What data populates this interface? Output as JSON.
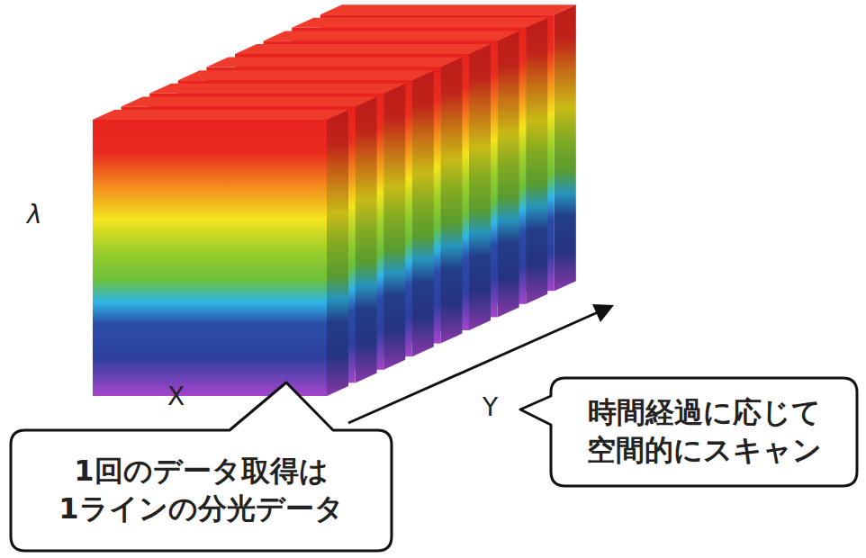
{
  "diagram": {
    "nodes": [
      {
        "text": [
          "時間経過に応じて 空間的にスキャン"
        ]
      },
      {
        "text": [
          "1回のデータ取得は 1ラインの分光データ"
        ]
      }
    ],
    "edges": [],
    "labels": [
      "λ",
      "X",
      "Y"
    ]
  }
}
